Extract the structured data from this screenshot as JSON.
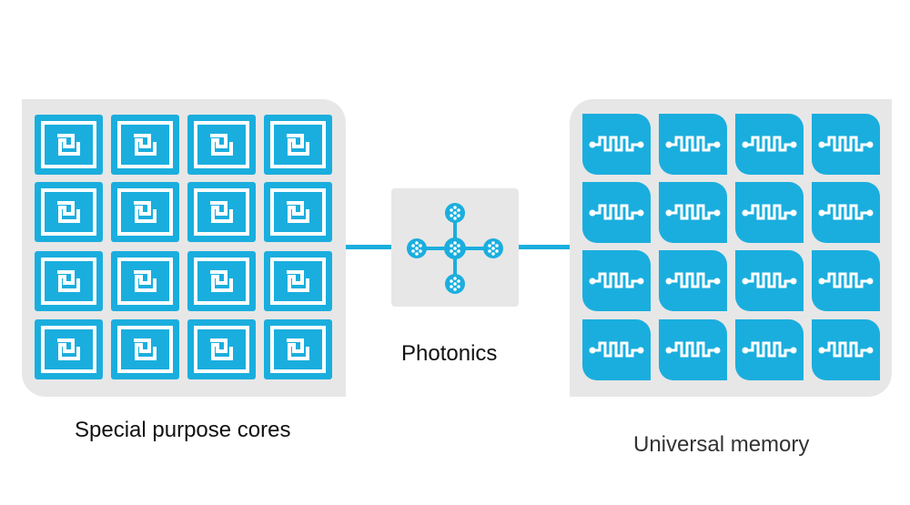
{
  "labels": {
    "cores": "Special purpose cores",
    "photonics": "Photonics",
    "memory": "Universal memory"
  },
  "colors": {
    "accent": "#1aaede",
    "panel": "#e7e7e7",
    "text": "#111111"
  },
  "icons": {
    "core": "processor-core-icon",
    "memory": "memory-waveform-icon",
    "photonics": "optical-hub-icon"
  },
  "grid": {
    "rows": 4,
    "cols": 4
  }
}
